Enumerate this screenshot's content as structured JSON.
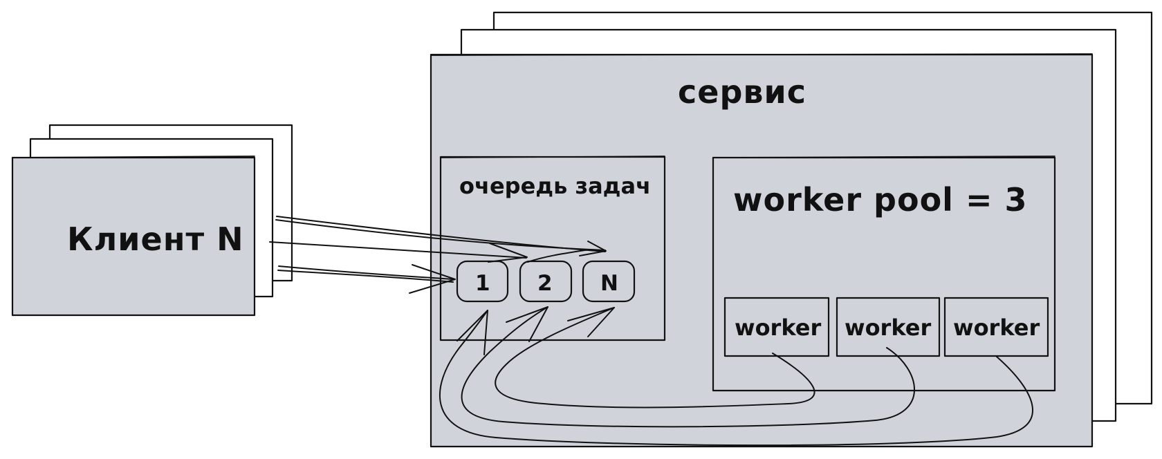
{
  "labels": {
    "client": "Клиент N",
    "service": "сервис",
    "queue": "очередь задач",
    "worker_pool": "worker pool = 3"
  },
  "queue_items": [
    "1",
    "2",
    "N"
  ],
  "workers": [
    "worker",
    "worker",
    "worker"
  ]
}
